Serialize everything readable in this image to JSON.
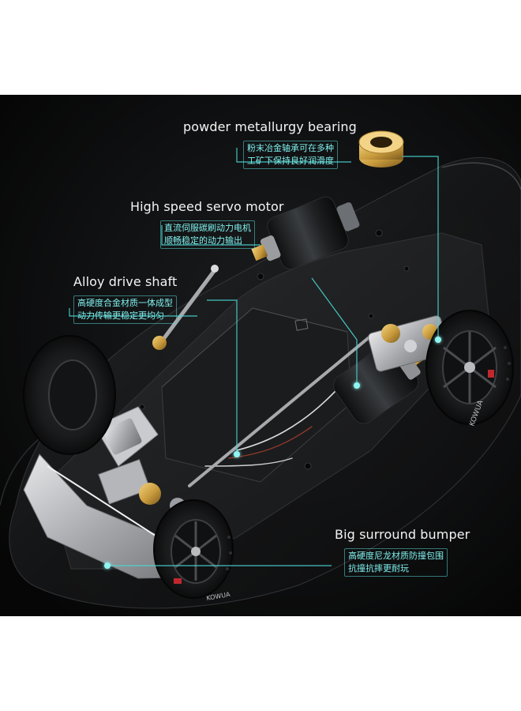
{
  "image": {
    "background_color": "#ffffff",
    "scene_color": "#0b0b0c",
    "accent_color": "#49d7d4"
  },
  "callouts": {
    "bearing": {
      "title": "powder metallurgy bearing",
      "desc_line1": "粉末冶金轴承可在多种",
      "desc_line2": "工矿下保持良好润滑度"
    },
    "motor": {
      "title": "High speed servo motor",
      "desc_line1": "直流伺服碳刷动力电机",
      "desc_line2": "顺畅稳定的动力输出"
    },
    "shaft": {
      "title": "Alloy drive shaft",
      "desc_line1": "高硬度合金材质一体成型",
      "desc_line2": "动力传输更稳定更均匀"
    },
    "bumper": {
      "title": "Big surround bumper",
      "desc_line1": "高硬度尼龙材质防撞包围",
      "desc_line2": "抗撞抗摔更耐玩"
    }
  },
  "tire_brand": "KOWUA"
}
